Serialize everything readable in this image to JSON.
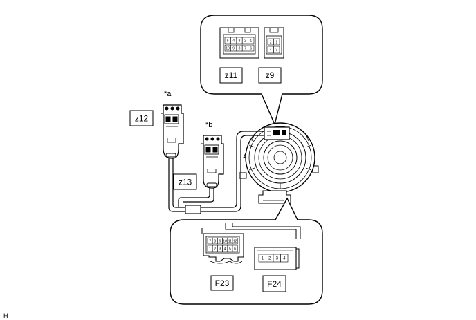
{
  "labels": {
    "z11": "z11",
    "z9": "z9",
    "z12": "z12",
    "z13": "z13",
    "F23": "F23",
    "F24": "F24",
    "star_a": "*a",
    "star_b": "*b",
    "corner": "H"
  },
  "connectors": {
    "z11_pins_top": [
      "5",
      "4",
      "3",
      "2",
      "1"
    ],
    "z11_pins_bottom": [
      "10",
      "9",
      "8",
      "7",
      "6"
    ],
    "z9_pins_top": [
      "2",
      "1"
    ],
    "z9_pins_bottom": [
      "4",
      "3"
    ],
    "F23_pins_top": [
      "7",
      "8",
      "9",
      "10",
      "11",
      "12"
    ],
    "F23_pins_bottom": [
      "1",
      "2",
      "3",
      "4",
      "5",
      "6"
    ],
    "F24_pins": [
      "1",
      "2",
      "3",
      "4"
    ]
  }
}
